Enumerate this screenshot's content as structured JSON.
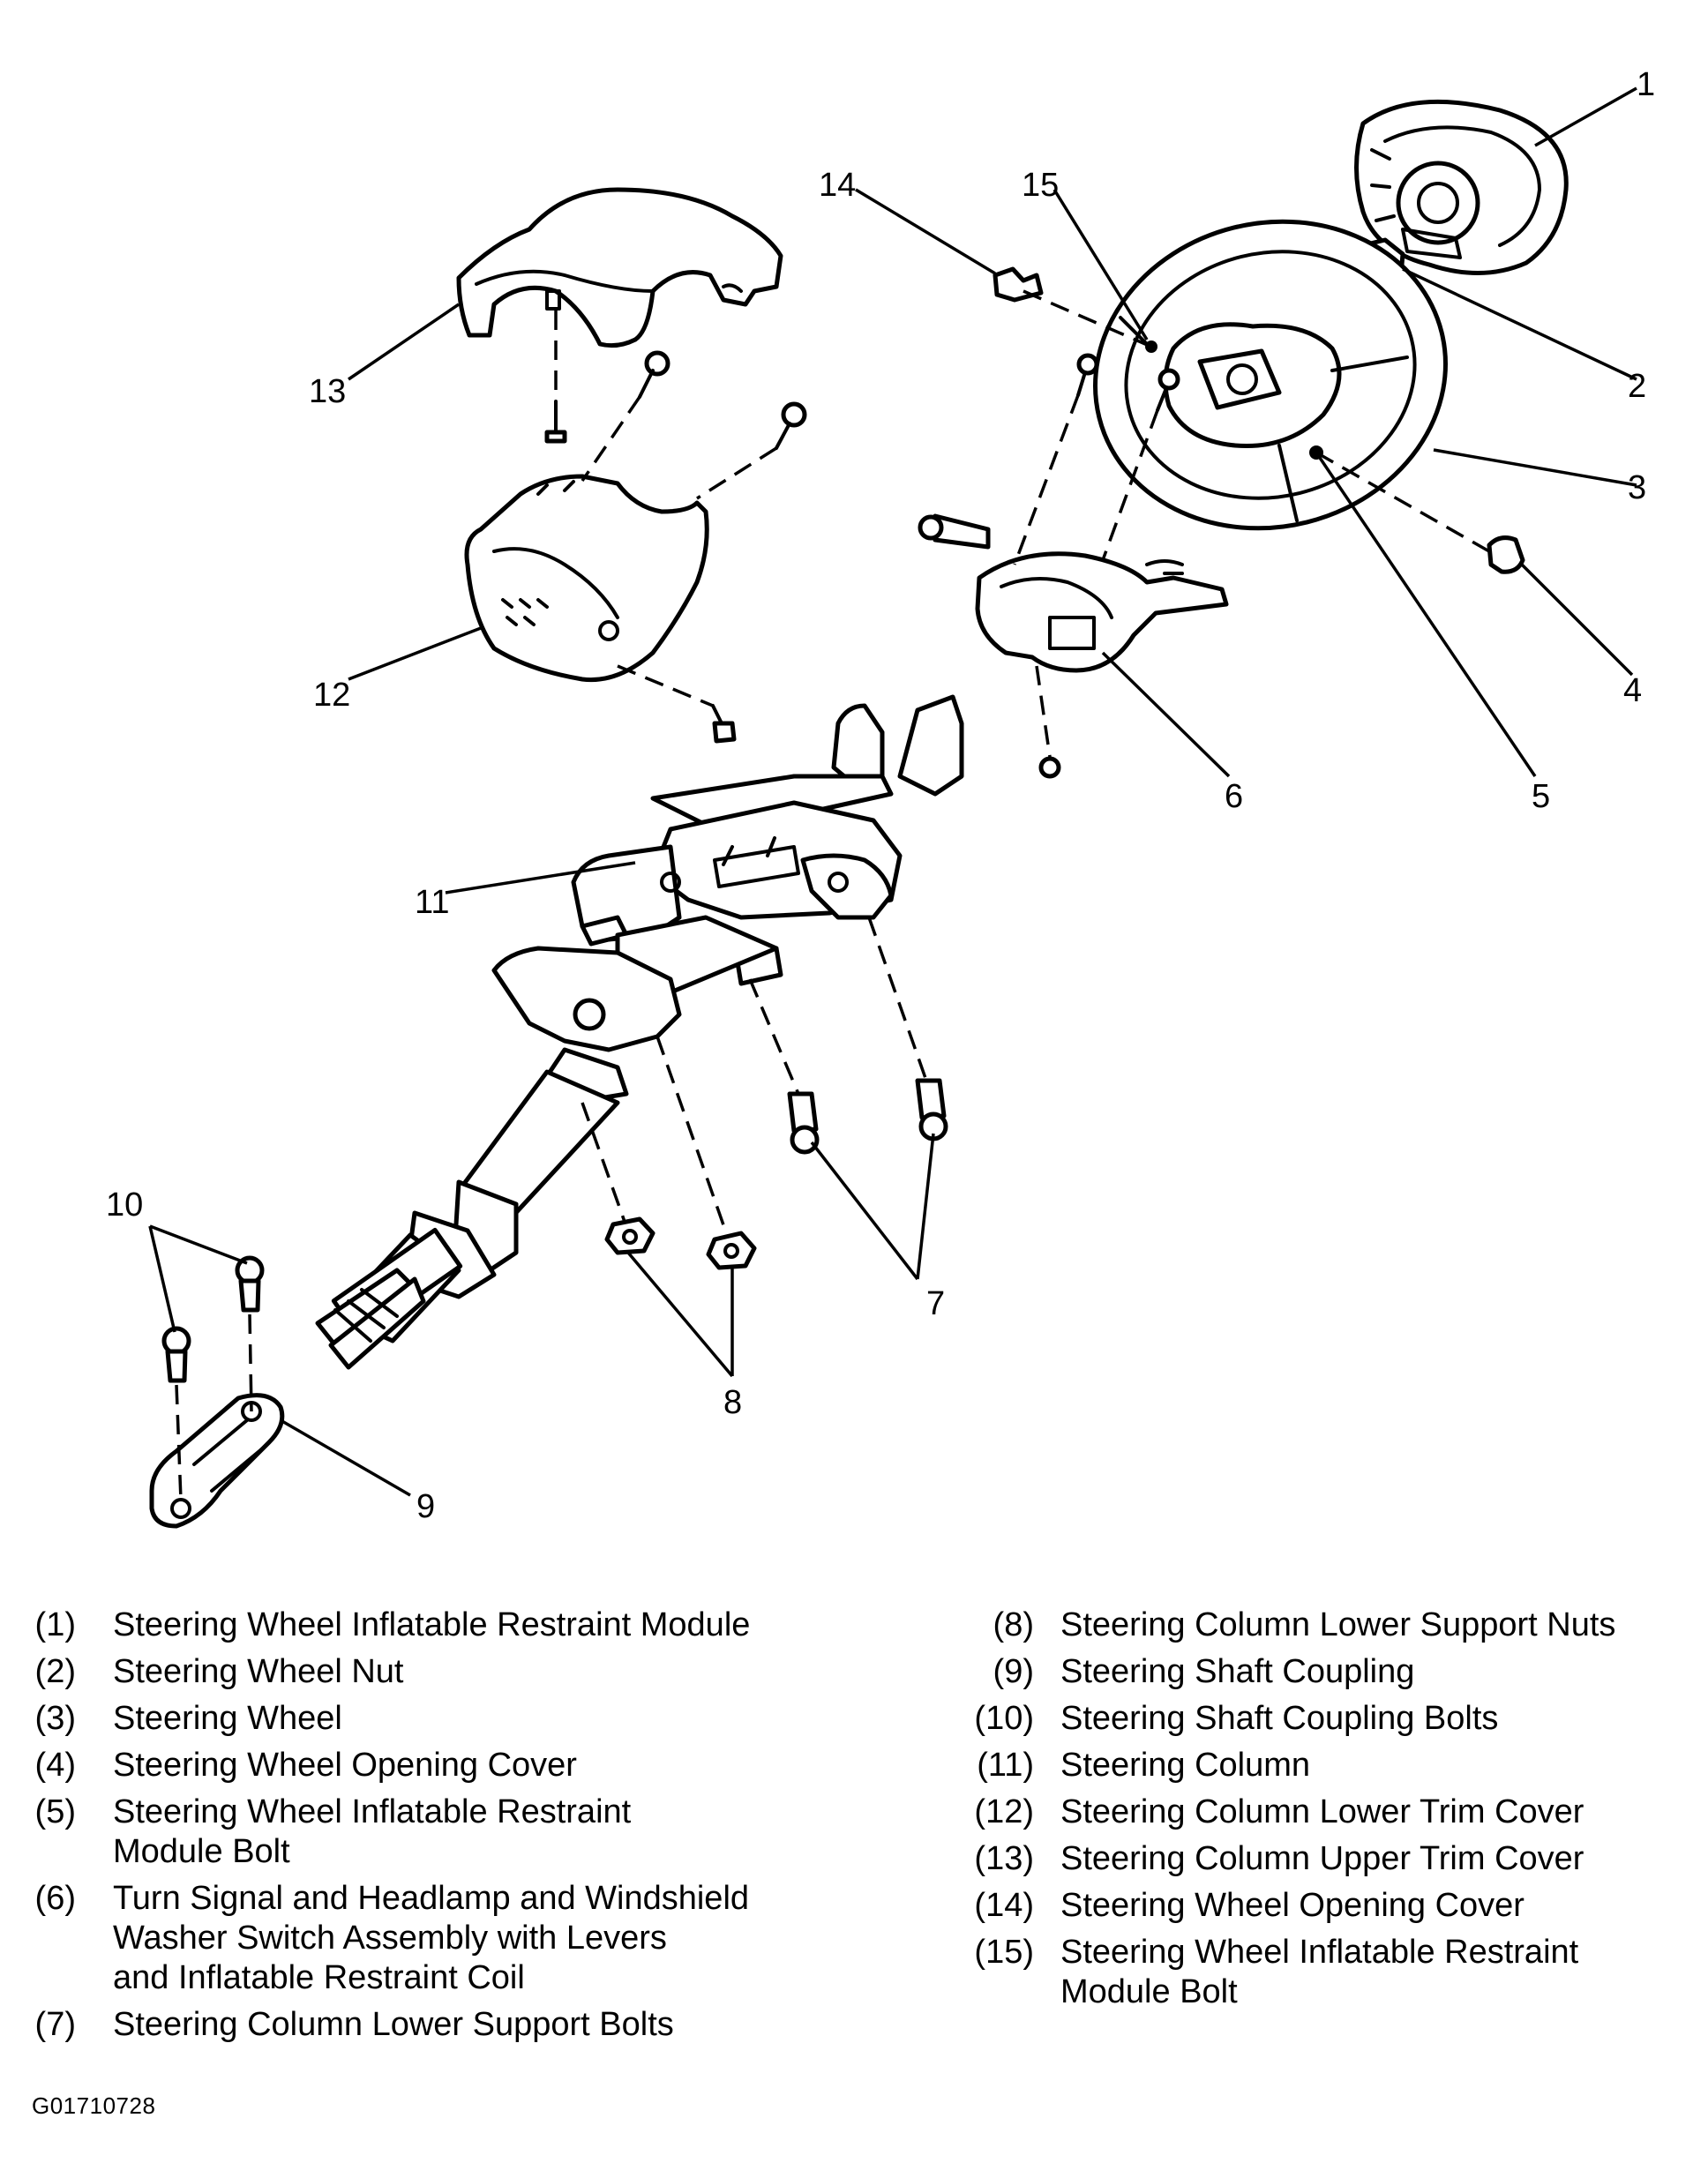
{
  "callouts": {
    "c1": "1",
    "c2": "2",
    "c3": "3",
    "c4": "4",
    "c5": "5",
    "c6": "6",
    "c7": "7",
    "c8": "8",
    "c9": "9",
    "c10": "10",
    "c11": "11",
    "c12": "12",
    "c13": "13",
    "c14": "14",
    "c15": "15"
  },
  "legend_left": [
    {
      "num": "(1)",
      "text": "Steering Wheel Inflatable Restraint Module"
    },
    {
      "num": "(2)",
      "text": "Steering Wheel Nut"
    },
    {
      "num": "(3)",
      "text": "Steering Wheel"
    },
    {
      "num": "(4)",
      "text": "Steering Wheel Opening Cover"
    },
    {
      "num": "(5)",
      "text": "Steering Wheel Inflatable Restraint\nModule Bolt"
    },
    {
      "num": "(6)",
      "text": "Turn Signal and Headlamp and Windshield\nWasher Switch Assembly with Levers\nand Inflatable Restraint Coil"
    },
    {
      "num": "(7)",
      "text": "Steering Column Lower Support Bolts"
    }
  ],
  "legend_right": [
    {
      "num": "(8)",
      "text": "Steering Column Lower Support Nuts"
    },
    {
      "num": "(9)",
      "text": "Steering Shaft Coupling"
    },
    {
      "num": "(10)",
      "text": "Steering Shaft Coupling Bolts"
    },
    {
      "num": "(11)",
      "text": "Steering Column"
    },
    {
      "num": "(12)",
      "text": "Steering Column Lower Trim Cover"
    },
    {
      "num": "(13)",
      "text": "Steering Column Upper Trim Cover"
    },
    {
      "num": "(14)",
      "text": "Steering Wheel Opening Cover"
    },
    {
      "num": "(15)",
      "text": "Steering Wheel Inflatable Restraint\nModule Bolt"
    }
  ],
  "figure_code": "G01710728"
}
